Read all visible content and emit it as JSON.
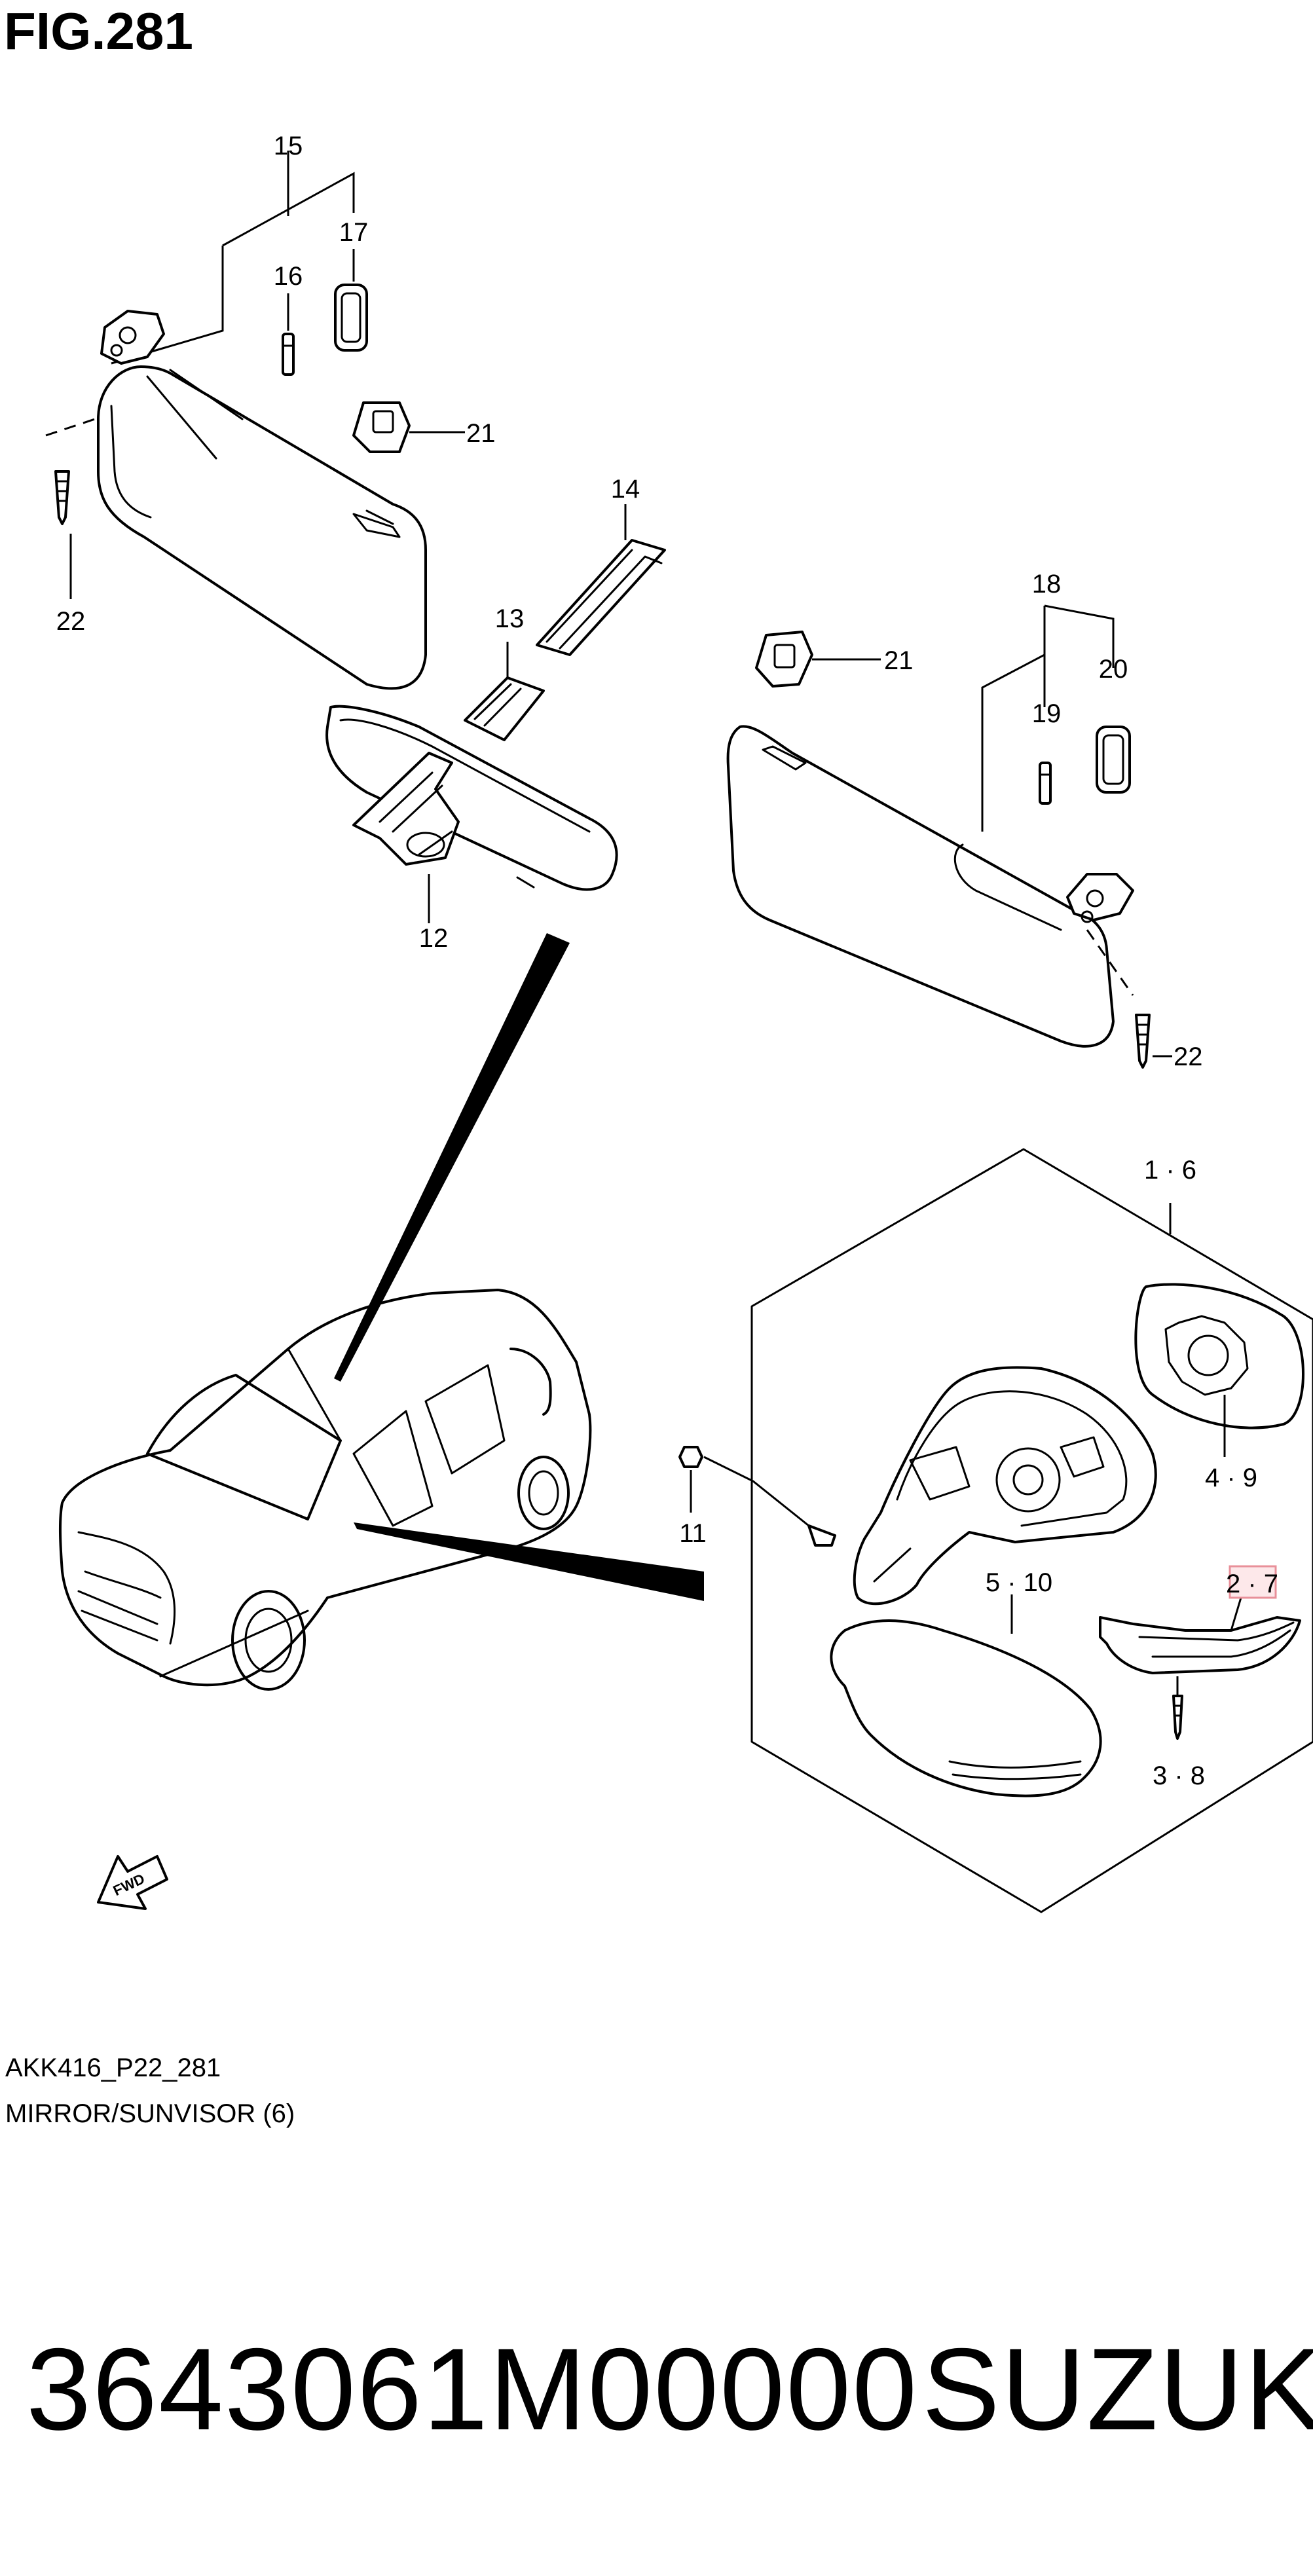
{
  "figure": {
    "title": "FIG.281",
    "code": "AKK416_P22_281",
    "caption": "MIRROR/SUNVISOR (6)"
  },
  "callouts": [
    {
      "key": "15",
      "label": "15"
    },
    {
      "key": "16",
      "label": "16"
    },
    {
      "key": "17",
      "label": "17"
    },
    {
      "key": "21a",
      "label": "21"
    },
    {
      "key": "22a",
      "label": "22"
    },
    {
      "key": "14",
      "label": "14"
    },
    {
      "key": "13",
      "label": "13"
    },
    {
      "key": "12",
      "label": "12"
    },
    {
      "key": "18",
      "label": "18"
    },
    {
      "key": "21b",
      "label": "21"
    },
    {
      "key": "20",
      "label": "20"
    },
    {
      "key": "19",
      "label": "19"
    },
    {
      "key": "22b",
      "label": "22"
    },
    {
      "key": "1-6",
      "label": "1 · 6"
    },
    {
      "key": "4-9",
      "label": "4 · 9"
    },
    {
      "key": "11",
      "label": "11"
    },
    {
      "key": "5-10",
      "label": "5 · 10"
    },
    {
      "key": "2-7",
      "label": "2 · 7",
      "highlighted": true
    },
    {
      "key": "3-8",
      "label": "3 · 8"
    }
  ],
  "fwd_label": "FWD",
  "part_number": "3643061M00000",
  "brand": "SUZUKI",
  "colors": {
    "line": "#000000",
    "background": "#ffffff",
    "highlight_border": "#e8909a",
    "highlight_fill": "#fde8ea"
  }
}
